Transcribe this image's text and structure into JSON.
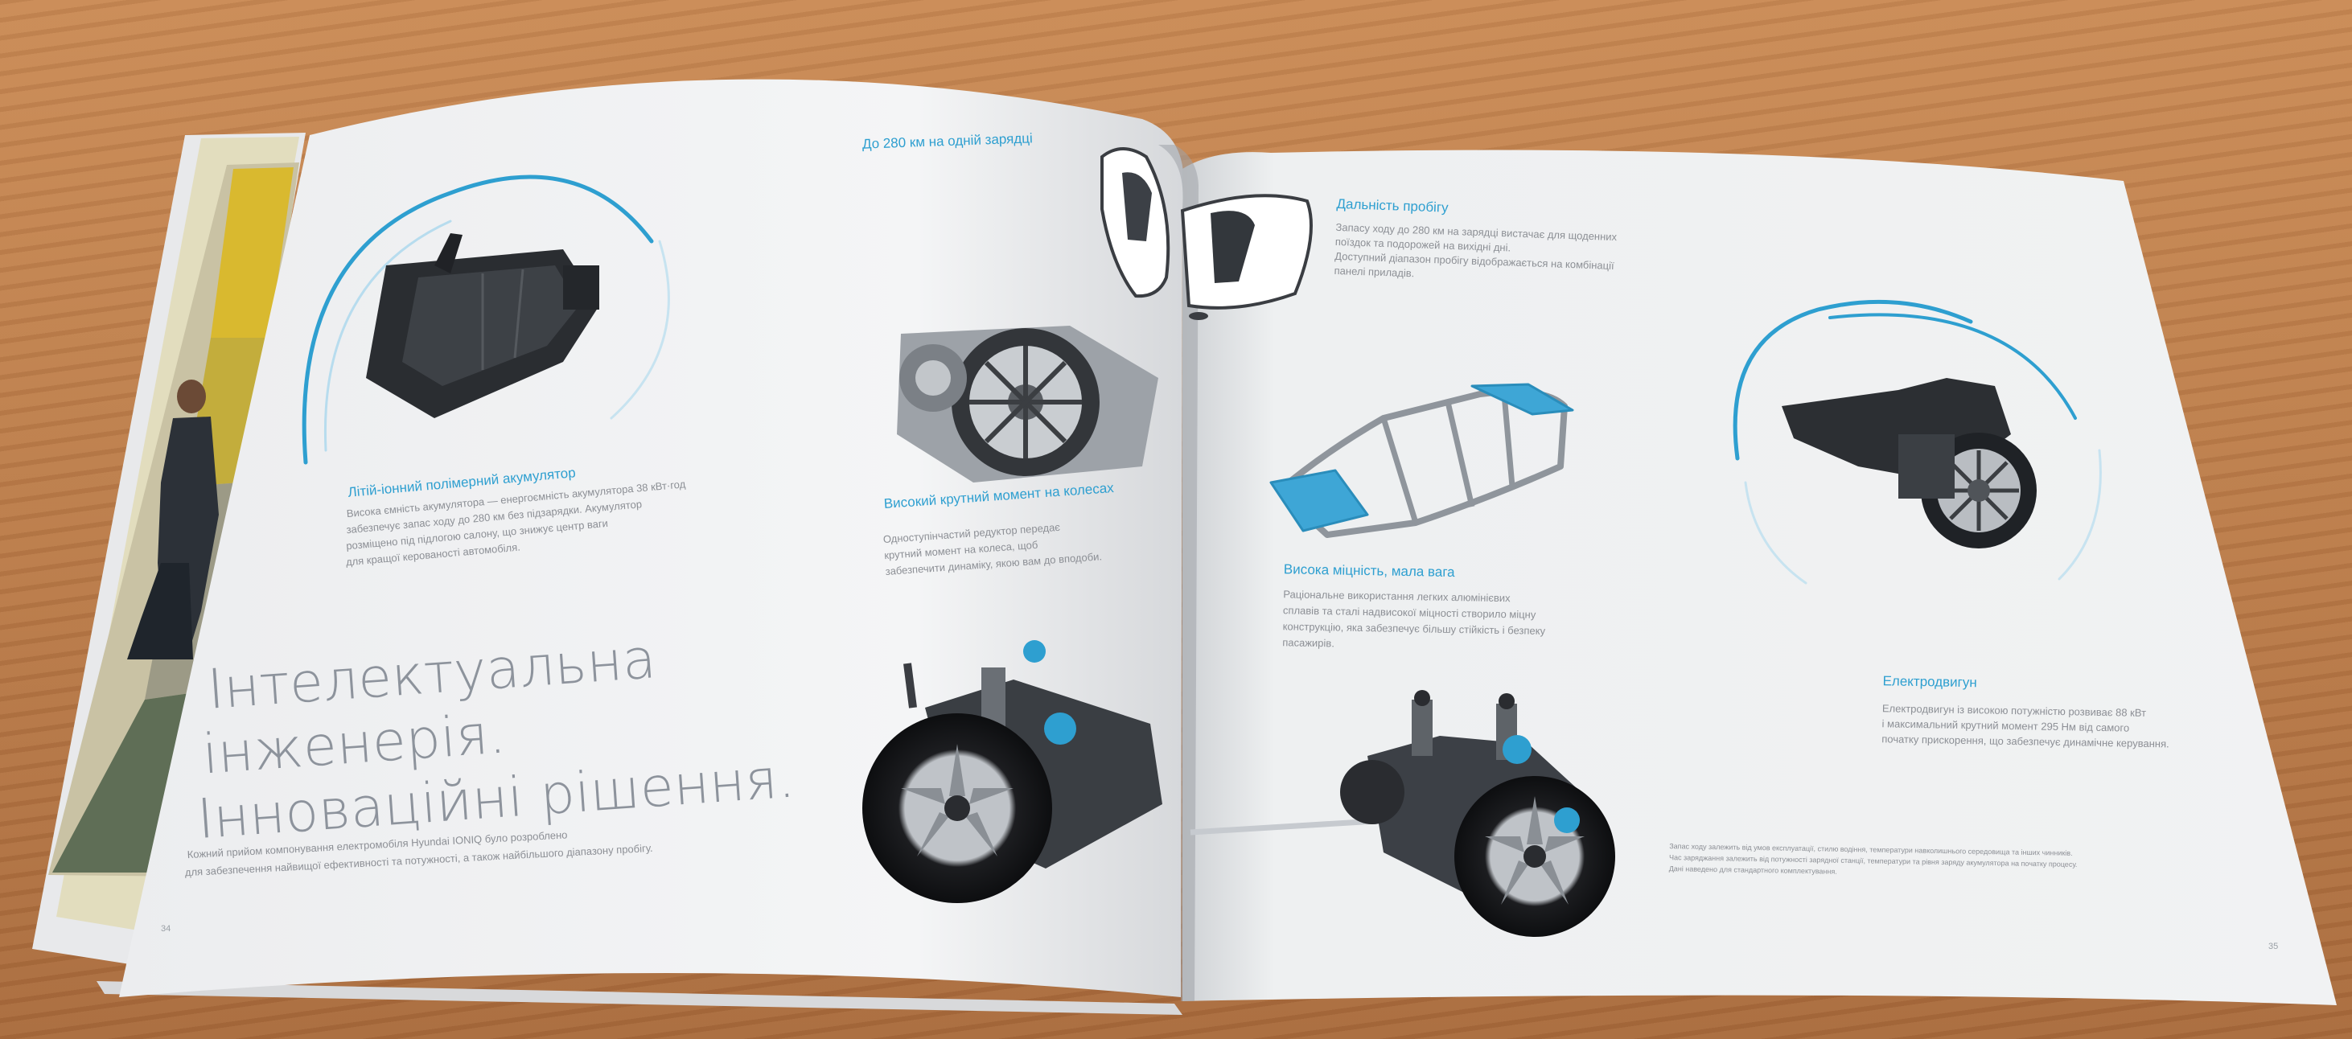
{
  "left_page": {
    "top_caption": "До 280 км на одній зарядці",
    "caption_battery": {
      "title": "Літій-іонний полімерний акумулятор",
      "lines": [
        "Висока ємність акумулятора — енергоємність акумулятора 38 кВт·год",
        "забезпечує запас ходу до 280 км без підзарядки. Акумулятор",
        "розміщено під підлогою салону, що знижує центр ваги",
        "для кращої керованості автомобіля."
      ]
    },
    "caption_reducer": {
      "title": "Високий крутний момент на колесах",
      "lines": [
        "Одноступінчастий редуктор передає",
        "крутний момент на колеса, щоб",
        "забезпечити динаміку, якою вам до вподоби."
      ]
    },
    "headline": [
      "Інтелектуальна",
      "інженерія.",
      "Інноваційні рішення."
    ],
    "intro_lines": [
      "Кожний прийом компонування електромобіля Hyundai IONIQ було розроблено",
      "для забезпечення найвищої ефективності та потужності, а також найбільшого діапазону пробігу."
    ],
    "page_number": "34"
  },
  "right_page": {
    "caption_range": {
      "title": "Дальність пробігу",
      "lines": [
        "Запасу ходу до 280 км на зарядці вистачає для щоденних",
        "поїздок та подорожей на вихідні дні.",
        "Доступний діапазон пробігу відображається на комбінації",
        "панелі приладів."
      ]
    },
    "caption_body": {
      "title": "Висока міцність, мала вага",
      "lines": [
        "Раціональне використання легких алюмінієвих",
        "сплавів та сталі надвисокої міцності створило міцну",
        "конструкцію, яка забезпечує більшу стійкість і безпеку",
        "пасажирів."
      ]
    },
    "caption_motor": {
      "title": "Електродвигун",
      "lines": [
        "Електродвигун із високою потужністю розвиває 88 кВт",
        "і максимальний крутний момент 295 Нм від самого",
        "початку прискорення, що забезпечує динамічне керування."
      ]
    },
    "footnote_lines": [
      "Запас ходу залежить від умов експлуатації, стилю водіння, температури навколишнього середовища та інших чинників.",
      "Час заряджання залежить від потужності зарядної станції, температури та рівня заряду акумулятора на початку процесу.",
      "Дані наведено для стандартного комплектування."
    ],
    "page_number": "35"
  },
  "colors": {
    "accent": "#2e9fd0",
    "page": "#f3f4f5",
    "text_gray": "#8c8f95",
    "wood": "#b97a48"
  },
  "icons": {
    "battery": "battery-pack-icon",
    "reducer": "reduction-gear-icon",
    "car": "car-top-view-icon",
    "body": "car-body-frame-icon",
    "motor": "electric-motor-icon",
    "rear_axle": "rear-suspension-icon",
    "front_axle": "front-suspension-icon"
  }
}
